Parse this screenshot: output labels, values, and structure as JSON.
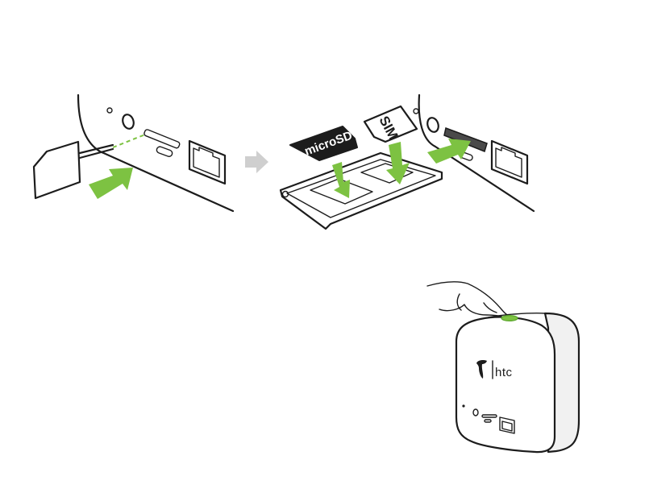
{
  "labels": {
    "sd_card": "microSD",
    "sim_card": "SIM",
    "brand": "htc"
  },
  "colors": {
    "accent_green": "#7dc242",
    "accent_green_dark": "#5aa62b",
    "step_arrow_gray": "#cfcfcf",
    "ink": "#1c1c1c",
    "device_body": "#ffffff",
    "device_side": "#f1f1f1"
  },
  "icons": {
    "step_arrow": "right-arrow-icon",
    "insert_arrow": "green-arrow-icon",
    "brand_logo": "telstra-t-icon"
  }
}
